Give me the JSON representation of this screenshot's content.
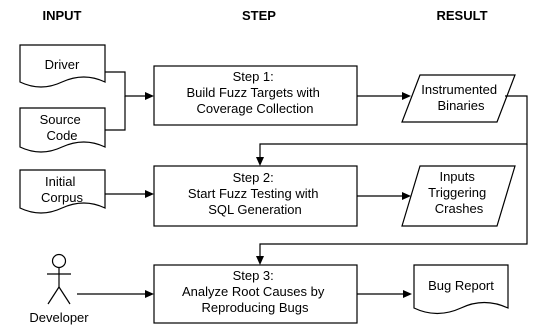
{
  "headers": {
    "input": "INPUT",
    "step": "STEP",
    "result": "RESULT"
  },
  "inputs": {
    "driver": "Driver",
    "source_code": [
      "Source",
      "Code"
    ],
    "initial_corpus": [
      "Initial",
      "Corpus"
    ],
    "developer": "Developer"
  },
  "steps": [
    {
      "lines": [
        "Step 1:",
        "Build Fuzz Targets with",
        "Coverage Collection"
      ]
    },
    {
      "lines": [
        "Step 2:",
        "Start Fuzz Testing with",
        "SQL Generation"
      ]
    },
    {
      "lines": [
        "Step 3:",
        "Analyze Root Causes by",
        "Reproducing Bugs"
      ]
    }
  ],
  "results": {
    "instrumented_binaries": [
      "Instrumented",
      "Binaries"
    ],
    "inputs_triggering_crashes": [
      "Inputs",
      "Triggering",
      "Crashes"
    ],
    "bug_report": "Bug Report"
  }
}
